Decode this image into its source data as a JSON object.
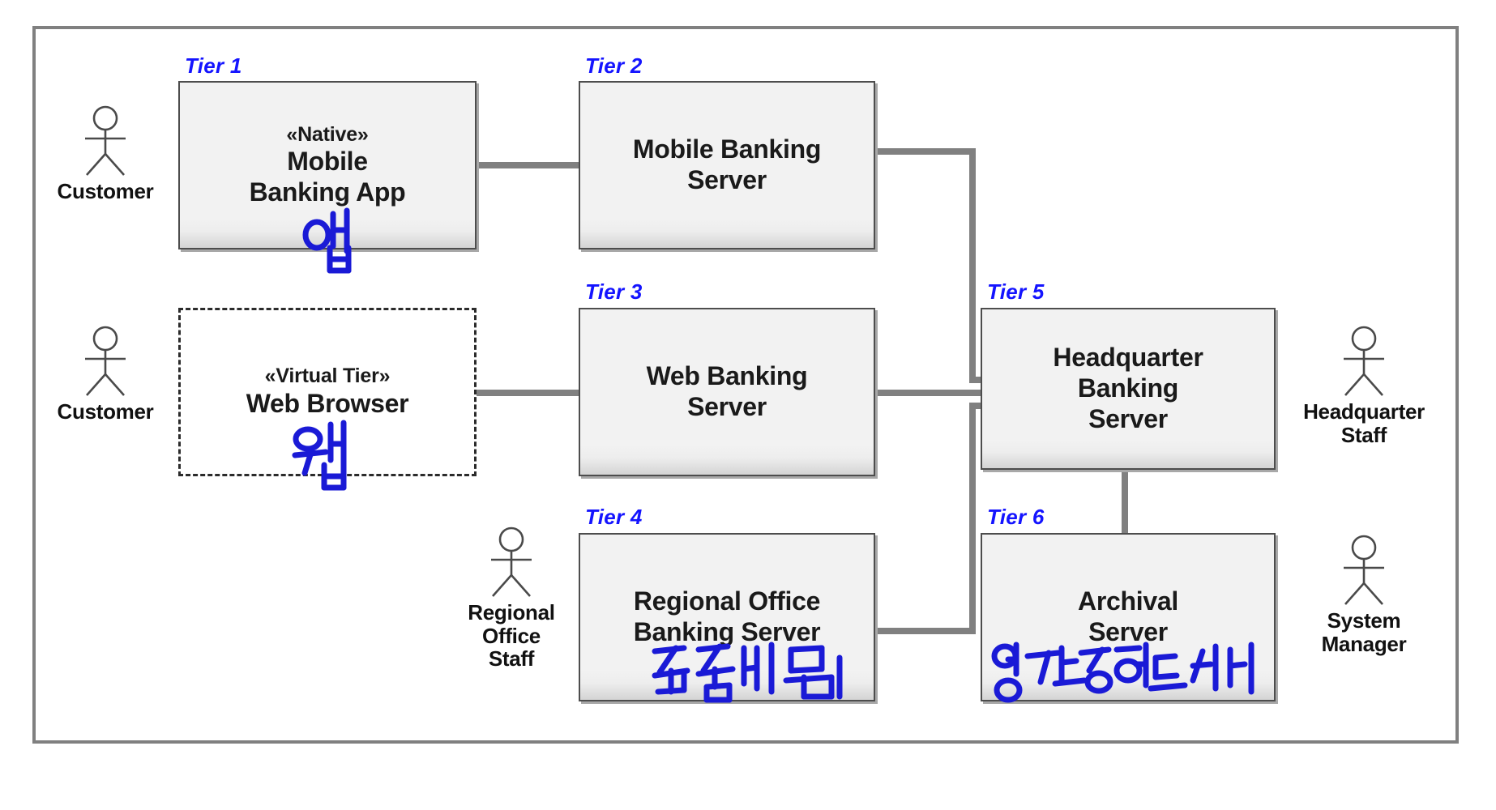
{
  "diagram": {
    "type": "uml-deployment-diagram",
    "frame_label": "",
    "accent_color": "#1414ff",
    "node_fill": "#f2f2f2",
    "node_border": "#4d4d4d",
    "connector_color": "#808080",
    "ink_color": "#1a1ad6"
  },
  "tiers": [
    {
      "id": "tier1",
      "label": "Tier 1"
    },
    {
      "id": "tier2",
      "label": "Tier 2"
    },
    {
      "id": "tier3",
      "label": "Tier 3"
    },
    {
      "id": "tier4",
      "label": "Tier 4"
    },
    {
      "id": "tier5",
      "label": "Tier 5"
    },
    {
      "id": "tier6",
      "label": "Tier 6"
    }
  ],
  "nodes": [
    {
      "id": "mobile-app",
      "tier": "Tier 1",
      "stereotype": "«Native»",
      "name": "Mobile\nBanking App",
      "style": "solid"
    },
    {
      "id": "mobile-banking-server",
      "tier": "Tier 2",
      "stereotype": "",
      "name": "Mobile Banking\nServer",
      "style": "solid"
    },
    {
      "id": "web-browser",
      "tier": "",
      "stereotype": "«Virtual Tier»",
      "name": "Web Browser",
      "style": "dashed"
    },
    {
      "id": "web-banking-server",
      "tier": "Tier 3",
      "stereotype": "",
      "name": "Web Banking\nServer",
      "style": "solid"
    },
    {
      "id": "regional-office-banking-server",
      "tier": "Tier 4",
      "stereotype": "",
      "name": "Regional Office\nBanking Server",
      "style": "solid"
    },
    {
      "id": "headquarter-banking-server",
      "tier": "Tier 5",
      "stereotype": "",
      "name": "Headquarter\nBanking\nServer",
      "style": "solid"
    },
    {
      "id": "archival-server",
      "tier": "Tier 6",
      "stereotype": "",
      "name": "Archival\nServer",
      "style": "solid"
    }
  ],
  "actors": [
    {
      "id": "customer-mobile",
      "label": "Customer"
    },
    {
      "id": "customer-web",
      "label": "Customer"
    },
    {
      "id": "regional-office-staff",
      "label": "Regional\nOffice\nStaff"
    },
    {
      "id": "headquarter-staff",
      "label": "Headquarter\nStaff"
    },
    {
      "id": "system-manager",
      "label": "System\nManager"
    }
  ],
  "connections": [
    {
      "id": "c1",
      "from": "mobile-app",
      "to": "mobile-banking-server"
    },
    {
      "id": "c2",
      "from": "web-browser",
      "to": "web-banking-server"
    },
    {
      "id": "c3",
      "from": "mobile-banking-server",
      "to": "headquarter-banking-server"
    },
    {
      "id": "c4",
      "from": "web-banking-server",
      "to": "headquarter-banking-server"
    },
    {
      "id": "c5",
      "from": "regional-office-banking-server",
      "to": "headquarter-banking-server"
    },
    {
      "id": "c6",
      "from": "headquarter-banking-server",
      "to": "archival-server"
    }
  ],
  "annotations": [
    {
      "id": "ink-app",
      "text": "앱",
      "target": "mobile-app"
    },
    {
      "id": "ink-web",
      "text": "웹",
      "target": "web-browser"
    },
    {
      "id": "ink-direct",
      "text": "직접 대면",
      "target": "regional-office-banking-server"
    },
    {
      "id": "ink-archive",
      "text": "영구보존하는 서버",
      "target": "archival-server"
    }
  ]
}
